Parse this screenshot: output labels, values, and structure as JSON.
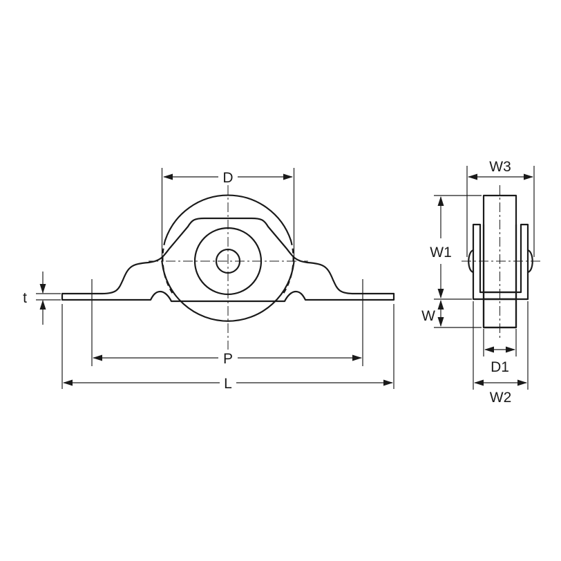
{
  "labels": {
    "D": "D",
    "P": "P",
    "L": "L",
    "t": "t",
    "W3": "W3",
    "W1": "W1",
    "W": "W",
    "D1": "D1",
    "W2": "W2"
  },
  "colors": {
    "line": "#1a1a1a",
    "background": "#ffffff"
  }
}
